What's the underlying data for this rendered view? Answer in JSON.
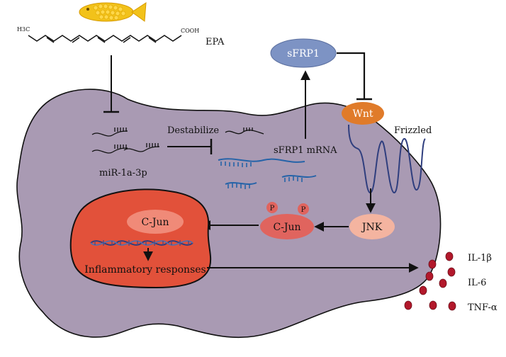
{
  "labels": {
    "epa": "EPA",
    "ch3": "H3C",
    "cooh": "COOH",
    "sfrp1": "sFRP1",
    "wnt": "Wnt",
    "frizzled": "Frizzled",
    "destabilize": "Destabilize",
    "mirna": "miR-1a-3p",
    "sfrp1_mrna": "sFRP1 mRNA",
    "jnk": "JNK",
    "cjun_cyto": "C-Jun",
    "cjun_nucleus": "C-Jun",
    "phospho": "P",
    "inflammatory": "Inflammatory responses",
    "il1b": "IL-1β",
    "il6": "IL-6",
    "tnfa": "TNF-α"
  },
  "colors": {
    "cell": "#a99ab3",
    "nucleus": "#e2513a",
    "nucleus_inner": "#f08a78",
    "cjun_cyto": "#e0645e",
    "jnk": "#f4b4a0",
    "sfrp1": "#7d93c4",
    "wnt": "#e07b2a",
    "receptor": "#2f3e7e",
    "mrna": "#2563a8",
    "cytokine": "#b2182b",
    "fish": "#f2c21a"
  }
}
